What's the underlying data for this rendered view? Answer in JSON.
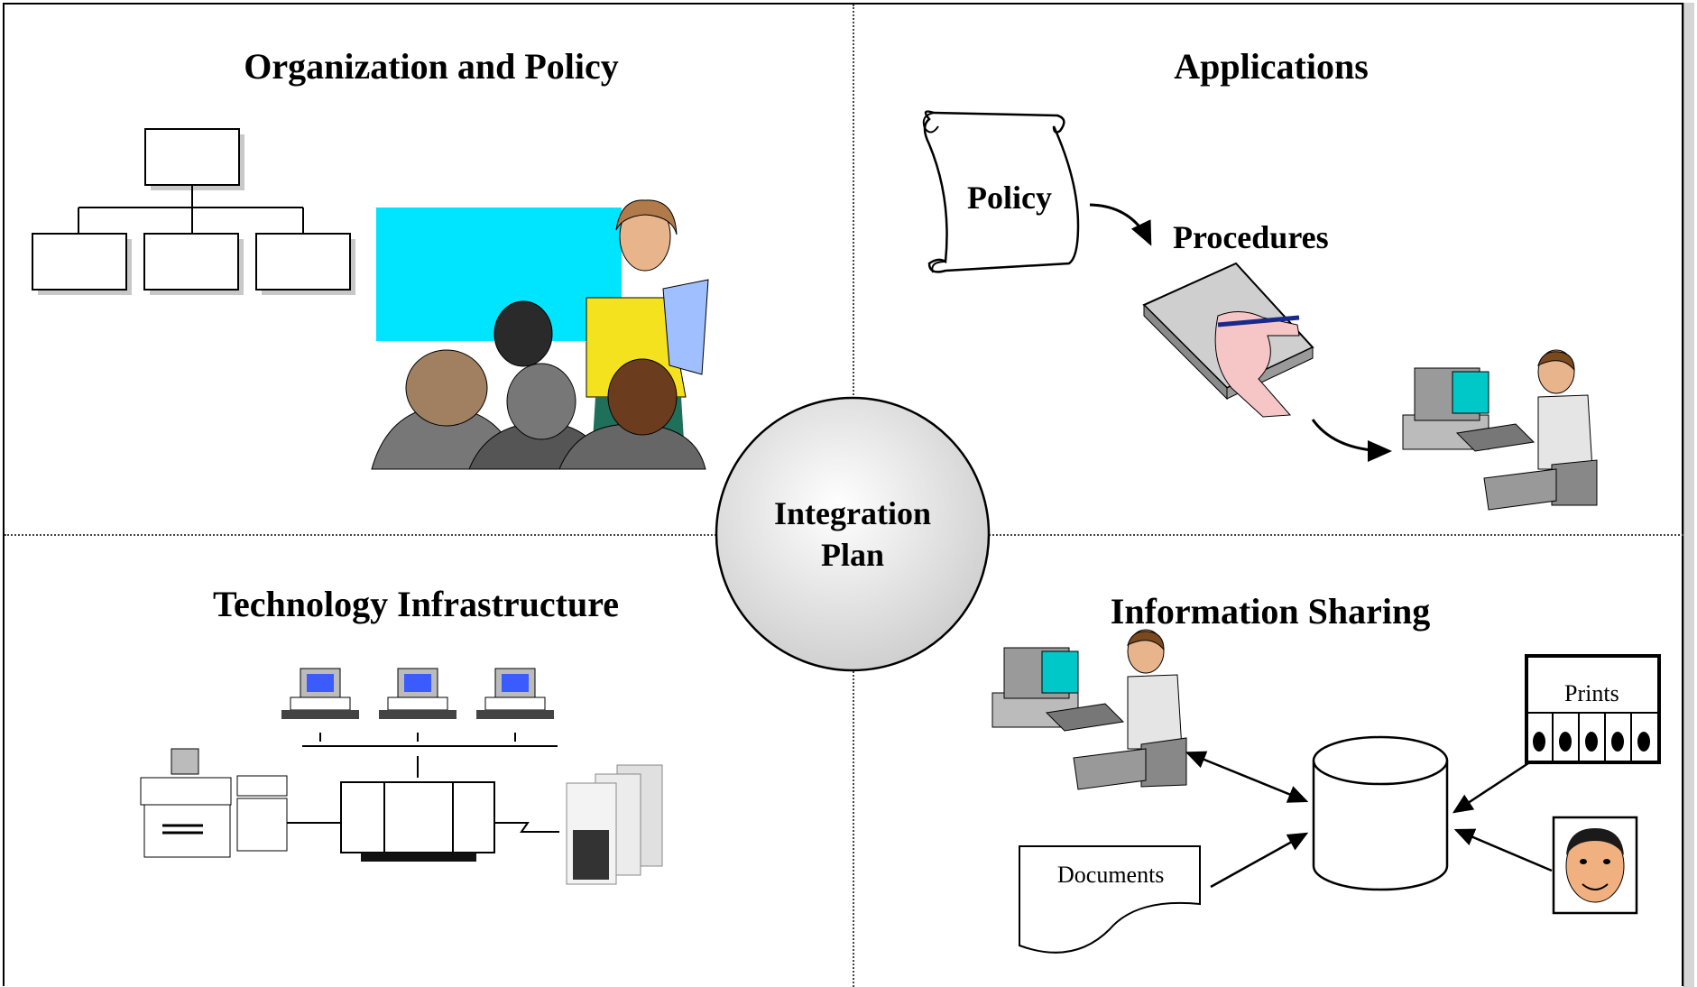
{
  "quadrants": {
    "top_left": {
      "title": "Organization and Policy"
    },
    "top_right": {
      "title": "Applications",
      "labels": {
        "policy": "Policy",
        "procedures": "Procedures"
      }
    },
    "bottom_left": {
      "title": "Technology Infrastructure"
    },
    "bottom_right": {
      "title": "Information Sharing",
      "labels": {
        "prints": "Prints",
        "documents": "Documents"
      }
    }
  },
  "center": {
    "line1": "Integration",
    "line2": "Plan"
  },
  "colors": {
    "screen_cyan": "#00e5ff",
    "monitor_blue": "#3a5cff",
    "skin": "#e8b48c",
    "circle_fill": "#e6e6e6"
  }
}
